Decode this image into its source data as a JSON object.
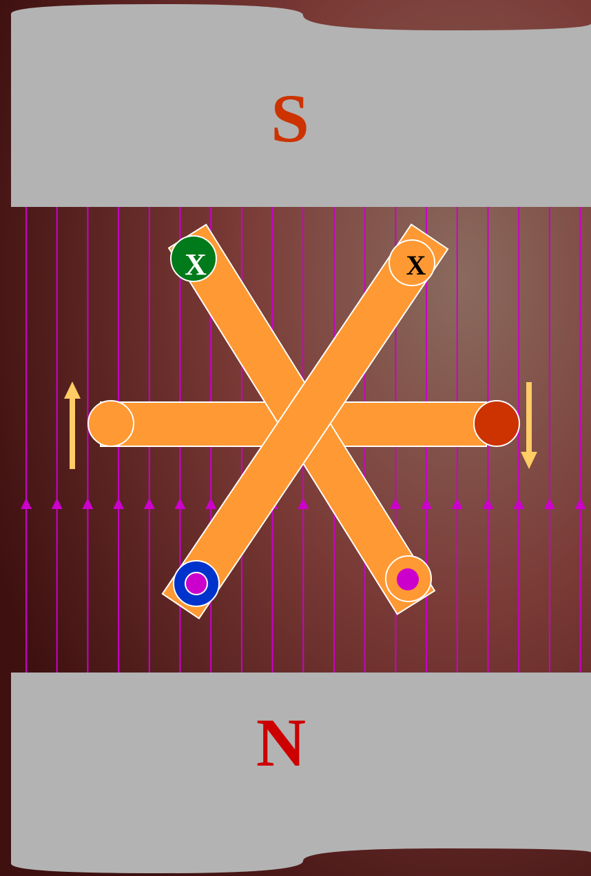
{
  "magnet": {
    "top_pole": {
      "label": "S",
      "color": "#cc3300"
    },
    "bottom_pole": {
      "label": "N",
      "color": "#cc0000"
    },
    "pole_color": "#b3b3b3"
  },
  "field_lines": {
    "color": "#cc00cc",
    "direction": "up"
  },
  "coil": {
    "bar_color": "#ff9933",
    "conductors": [
      {
        "id": "top-left",
        "mark": "X",
        "fill": "#007a1a",
        "mark_color": "#ffffff"
      },
      {
        "id": "top-right",
        "mark": "X",
        "fill": "#ff9933",
        "mark_color": "#000000"
      },
      {
        "id": "left",
        "mark": "",
        "fill": "#ff9933"
      },
      {
        "id": "right",
        "mark": "",
        "fill": "#cc3300"
      },
      {
        "id": "bottom-left",
        "mark": "dot",
        "fill": "#0033cc",
        "dot_color": "#cc00cc"
      },
      {
        "id": "bottom-right",
        "mark": "dot",
        "fill": "#ff9933",
        "dot_color": "#cc00cc"
      }
    ]
  },
  "motion_arrows": {
    "color": "#ffcc66",
    "left": "up",
    "right": "down"
  }
}
